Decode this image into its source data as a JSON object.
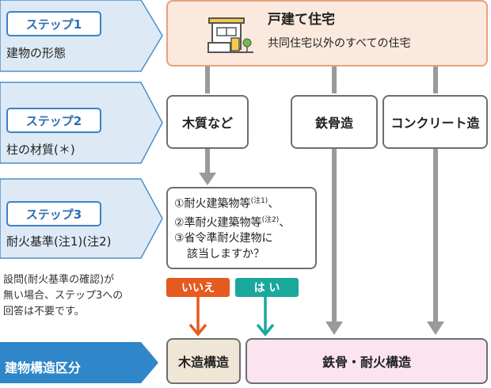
{
  "steps": [
    {
      "label": "ステップ1",
      "desc": "建物の形態"
    },
    {
      "label": "ステップ2",
      "desc": "柱の材質(＊)"
    },
    {
      "label": "ステップ3",
      "desc": "耐火基準(注1)(注2)"
    }
  ],
  "note_lines": [
    "設問(耐火基準の確認)が",
    "無い場合、ステップ3への",
    "回答は不要です。"
  ],
  "final_label": "建物構造区分",
  "top": {
    "title": "戸建て住宅",
    "subtitle": "共同住宅以外のすべての住宅"
  },
  "materials": {
    "wood": "木質など",
    "steel": "鉄骨造",
    "concrete": "コンクリート造"
  },
  "question": {
    "line1": "①耐火建築物等",
    "line1_note": "(注1)",
    "line1_tail": "、",
    "line2": "②準耐火建築物等",
    "line2_note": "(注2)",
    "line2_tail": "、",
    "line3": "③省令準耐火建物に",
    "line4": "該当しますか？"
  },
  "answers": {
    "no": "いいえ",
    "yes": "は い"
  },
  "results": {
    "wood": "木造構造",
    "steel": "鉄骨・耐火構造"
  },
  "colors": {
    "step_blue": "#3b82c4",
    "arrow_fill": "#ddeaf6",
    "final_blue": "#2f86c9",
    "no": "#e55a1e",
    "yes": "#1aa89c",
    "line_gray": "#9a9a9a"
  },
  "icons": [
    "house-icon"
  ]
}
